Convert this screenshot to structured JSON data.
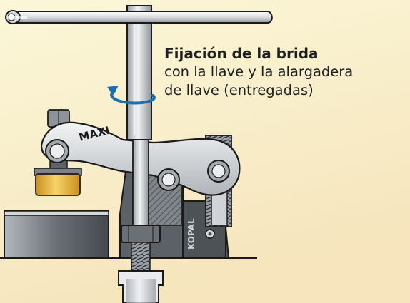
{
  "caption": {
    "title": "Fijación de la brida",
    "line1": "con la llave y la alargadera",
    "line2": "de llave (entregadas)"
  },
  "labels": {
    "arm_text": "MAXI",
    "body_text": "KOPAL"
  },
  "icons": {
    "rotation": "rotation-arrow-icon"
  },
  "colors": {
    "background_top": "#fbf7d8",
    "background_bottom": "#f6e7c0",
    "steel_light": "#e6e8ea",
    "steel_mid": "#b9bec3",
    "steel_dark": "#7c8288",
    "body_dark": "#595e63",
    "pad_yellow": "#e8b73c",
    "arrow_blue": "#1d6fb3",
    "outline": "#1a1a1a"
  }
}
